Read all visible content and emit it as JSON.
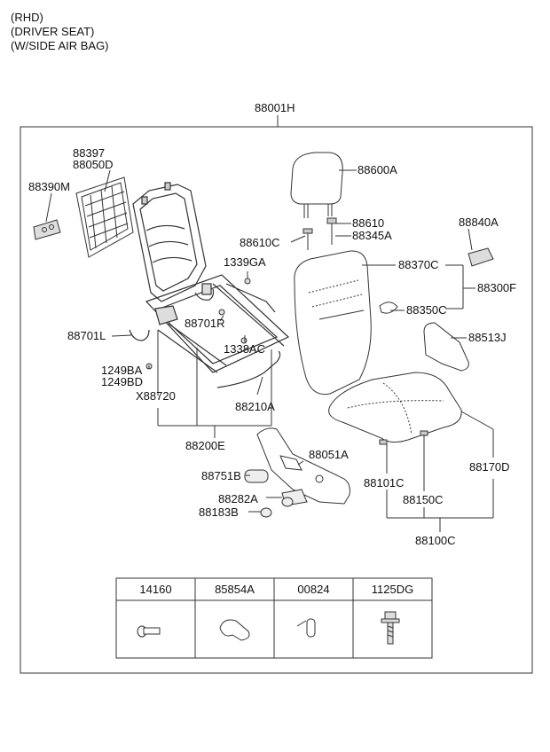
{
  "header": {
    "line1": "(RHD)",
    "line2": "(DRIVER SEAT)",
    "line3": "(W/SIDE AIR BAG)"
  },
  "assembly_label": "88001H",
  "parts": {
    "p88397": "88397",
    "p88050D": "88050D",
    "p88390M": "88390M",
    "p88600A": "88600A",
    "p88610": "88610",
    "p88345A": "88345A",
    "p88610C": "88610C",
    "p88840A": "88840A",
    "p1339GA": "1339GA",
    "p88370C": "88370C",
    "p88300F": "88300F",
    "p88350C": "88350C",
    "p88701R": "88701R",
    "p88701L": "88701L",
    "p1338AC": "1338AC",
    "p88513J": "88513J",
    "p1249BA": "1249BA",
    "p1249BD": "1249BD",
    "pX88720": "X88720",
    "p88210A": "88210A",
    "p88200E": "88200E",
    "p88051A": "88051A",
    "p88170D": "88170D",
    "p88101C": "88101C",
    "p88751B": "88751B",
    "p88282A": "88282A",
    "p88150C": "88150C",
    "p88183B": "88183B",
    "p88100C": "88100C"
  },
  "table": {
    "headers": [
      "14160",
      "85854A",
      "00824",
      "1125DG"
    ]
  }
}
